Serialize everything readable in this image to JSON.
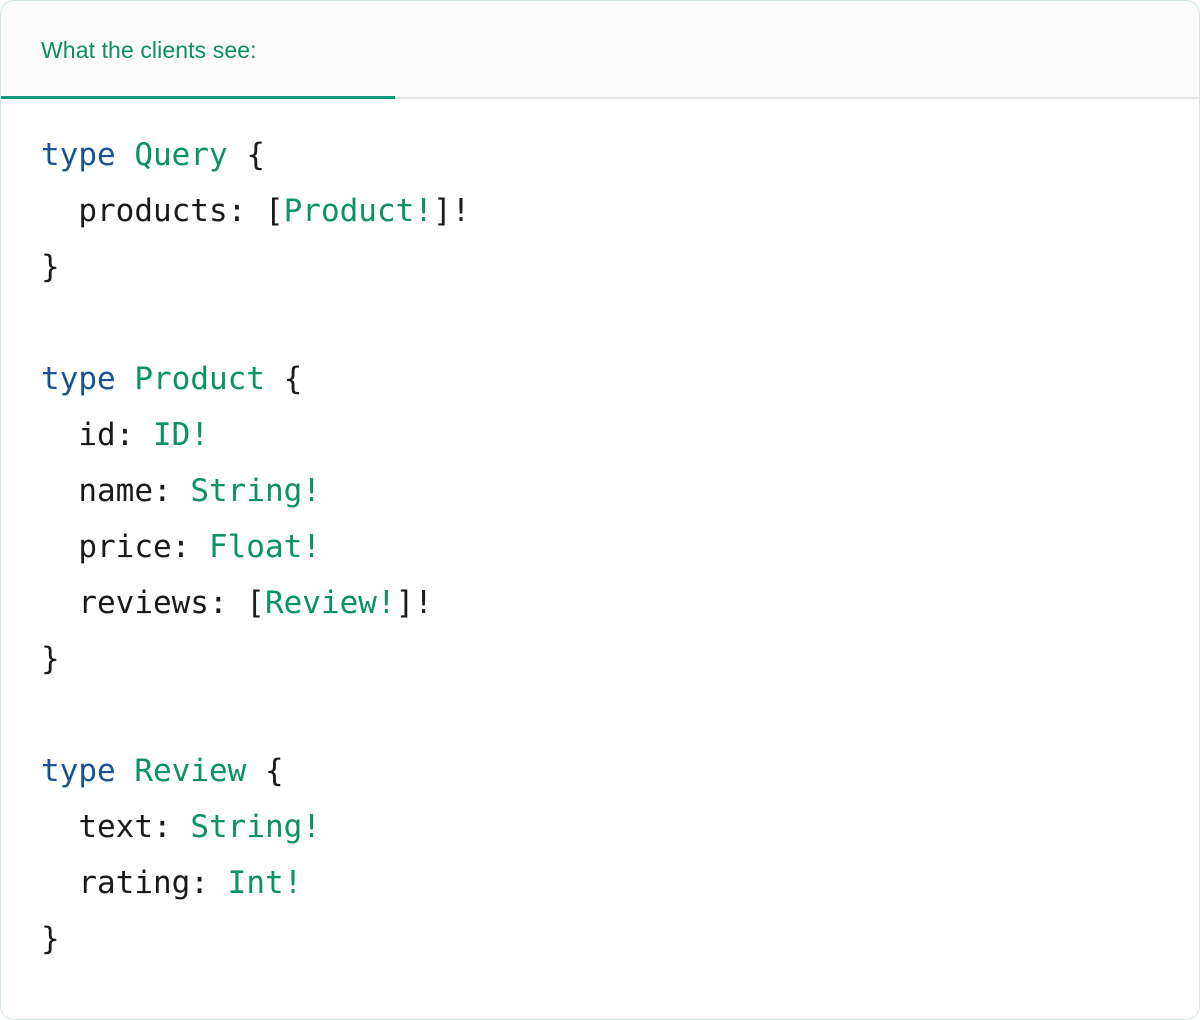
{
  "card": {
    "border_color": "#cfe6dc",
    "background": "#ffffff"
  },
  "header": {
    "tab_label": "What the clients see:",
    "tab_active": true,
    "accent_color": "#11977b",
    "text_color": "#0b8f63",
    "strip_background": "#fbfbfb",
    "rule_color": "#e4e4e4"
  },
  "code": {
    "language": "graphql",
    "colors": {
      "keyword": "#1a5490",
      "type_name": "#099268",
      "punctuation": "#1a1a1a",
      "field": "#1a1a1a",
      "background": "#ffffff"
    },
    "raw_text": "type Query {\n  products: [Product!]!\n}\n\ntype Product {\n  id: ID!\n  name: String!\n  price: Float!\n  reviews: [Review!]!\n}\n\ntype Review {\n  text: String!\n  rating: Int!\n}",
    "lines": [
      {
        "indent": 0,
        "tokens": [
          {
            "t": "type",
            "c": "keyword"
          },
          {
            "t": " ",
            "c": "punctuation"
          },
          {
            "t": "Query",
            "c": "type_name"
          },
          {
            "t": " {",
            "c": "punctuation"
          }
        ]
      },
      {
        "indent": 2,
        "tokens": [
          {
            "t": "products:",
            "c": "field"
          },
          {
            "t": " [",
            "c": "punctuation"
          },
          {
            "t": "Product!",
            "c": "type_name"
          },
          {
            "t": "]!",
            "c": "punctuation"
          }
        ]
      },
      {
        "indent": 0,
        "tokens": [
          {
            "t": "}",
            "c": "punctuation"
          }
        ]
      },
      {
        "indent": 0,
        "tokens": []
      },
      {
        "indent": 0,
        "tokens": [
          {
            "t": "type",
            "c": "keyword"
          },
          {
            "t": " ",
            "c": "punctuation"
          },
          {
            "t": "Product",
            "c": "type_name"
          },
          {
            "t": " {",
            "c": "punctuation"
          }
        ]
      },
      {
        "indent": 2,
        "tokens": [
          {
            "t": "id:",
            "c": "field"
          },
          {
            "t": " ",
            "c": "punctuation"
          },
          {
            "t": "ID!",
            "c": "type_name"
          }
        ]
      },
      {
        "indent": 2,
        "tokens": [
          {
            "t": "name:",
            "c": "field"
          },
          {
            "t": " ",
            "c": "punctuation"
          },
          {
            "t": "String!",
            "c": "type_name"
          }
        ]
      },
      {
        "indent": 2,
        "tokens": [
          {
            "t": "price:",
            "c": "field"
          },
          {
            "t": " ",
            "c": "punctuation"
          },
          {
            "t": "Float!",
            "c": "type_name"
          }
        ]
      },
      {
        "indent": 2,
        "tokens": [
          {
            "t": "reviews:",
            "c": "field"
          },
          {
            "t": " [",
            "c": "punctuation"
          },
          {
            "t": "Review!",
            "c": "type_name"
          },
          {
            "t": "]!",
            "c": "punctuation"
          }
        ]
      },
      {
        "indent": 0,
        "tokens": [
          {
            "t": "}",
            "c": "punctuation"
          }
        ]
      },
      {
        "indent": 0,
        "tokens": []
      },
      {
        "indent": 0,
        "tokens": [
          {
            "t": "type",
            "c": "keyword"
          },
          {
            "t": " ",
            "c": "punctuation"
          },
          {
            "t": "Review",
            "c": "type_name"
          },
          {
            "t": " {",
            "c": "punctuation"
          }
        ]
      },
      {
        "indent": 2,
        "tokens": [
          {
            "t": "text:",
            "c": "field"
          },
          {
            "t": " ",
            "c": "punctuation"
          },
          {
            "t": "String!",
            "c": "type_name"
          }
        ]
      },
      {
        "indent": 2,
        "tokens": [
          {
            "t": "rating:",
            "c": "field"
          },
          {
            "t": " ",
            "c": "punctuation"
          },
          {
            "t": "Int!",
            "c": "type_name"
          }
        ]
      },
      {
        "indent": 0,
        "tokens": [
          {
            "t": "}",
            "c": "punctuation"
          }
        ]
      }
    ]
  }
}
